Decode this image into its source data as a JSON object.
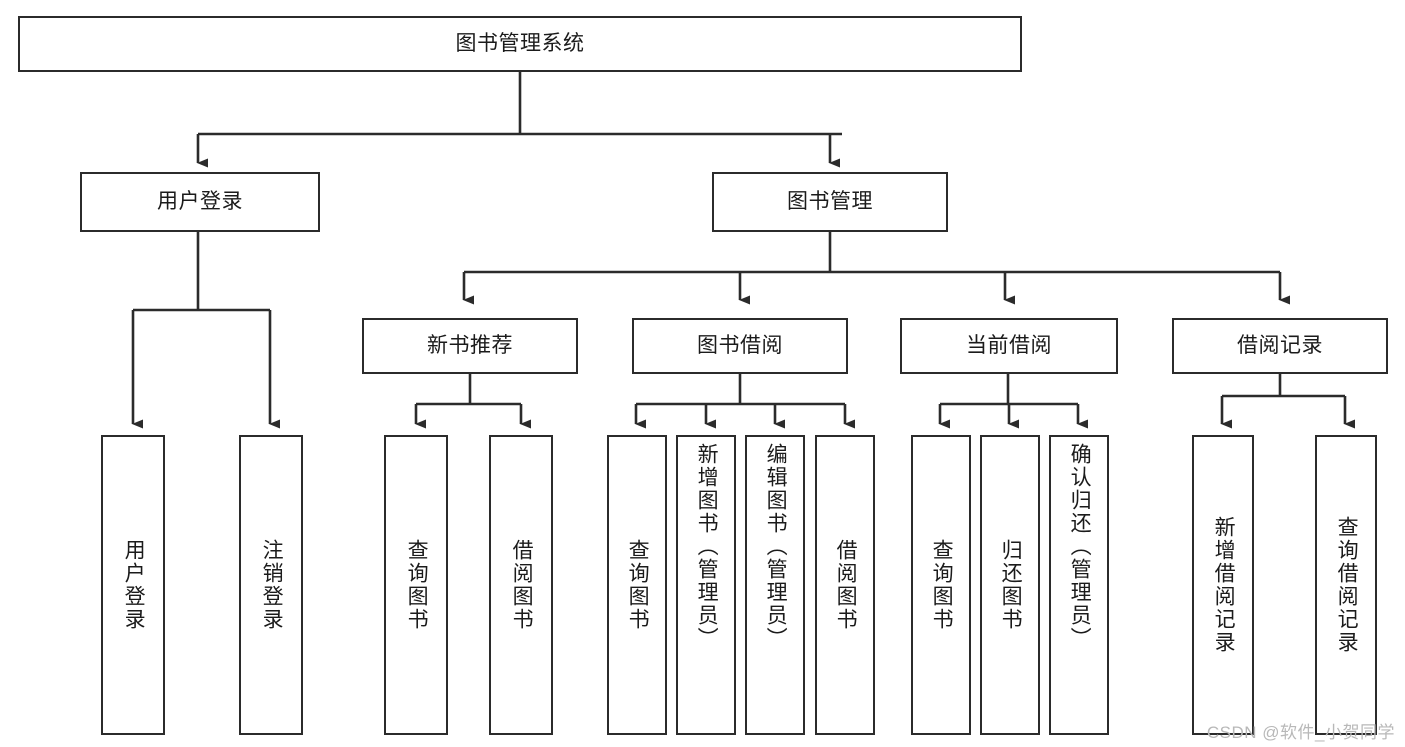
{
  "diagram": {
    "title": "图书管理系统",
    "type": "tree-hierarchy-diagram",
    "colors": {
      "background": "#ffffff",
      "node_border": "#2b2b2b",
      "node_fill": "#ffffff",
      "edge": "#2b2b2b",
      "text": "#1b1b1b",
      "watermark": "#b8b8b8"
    }
  },
  "watermark": {
    "text": "CSDN @软件_小贺同学"
  },
  "nodes": {
    "root": {
      "label": "图书管理系统"
    },
    "level2": [
      {
        "id": "user-login",
        "label": "用户登录"
      },
      {
        "id": "book-management",
        "label": "图书管理"
      }
    ],
    "level3": [
      {
        "id": "new-book-recommend",
        "label": "新书推荐"
      },
      {
        "id": "book-borrow",
        "label": "图书借阅"
      },
      {
        "id": "current-borrow",
        "label": "当前借阅"
      },
      {
        "id": "borrow-record",
        "label": "借阅记录"
      }
    ],
    "leaves": {
      "user_login": [
        {
          "id": "leaf-user-login",
          "label": "用户登录"
        },
        {
          "id": "leaf-logout-login",
          "label": "注销登录"
        }
      ],
      "new_book_recommend": [
        {
          "id": "leaf-query-book-1",
          "label": "查询图书"
        },
        {
          "id": "leaf-borrow-book-1",
          "label": "借阅图书"
        }
      ],
      "book_borrow": [
        {
          "id": "leaf-query-book-2",
          "label": "查询图书"
        },
        {
          "id": "leaf-add-book",
          "label": "新增图书（管理员）"
        },
        {
          "id": "leaf-edit-book",
          "label": "编辑图书（管理员）"
        },
        {
          "id": "leaf-borrow-book-2",
          "label": "借阅图书"
        }
      ],
      "current_borrow": [
        {
          "id": "leaf-query-book-3",
          "label": "查询图书"
        },
        {
          "id": "leaf-return-book",
          "label": "归还图书"
        },
        {
          "id": "leaf-confirm-return",
          "label": "确认归还（管理员）"
        }
      ],
      "borrow_record": [
        {
          "id": "leaf-add-borrow-record",
          "label": "新增借阅记录"
        },
        {
          "id": "leaf-query-borrow-record",
          "label": "查询借阅记录"
        }
      ]
    }
  }
}
